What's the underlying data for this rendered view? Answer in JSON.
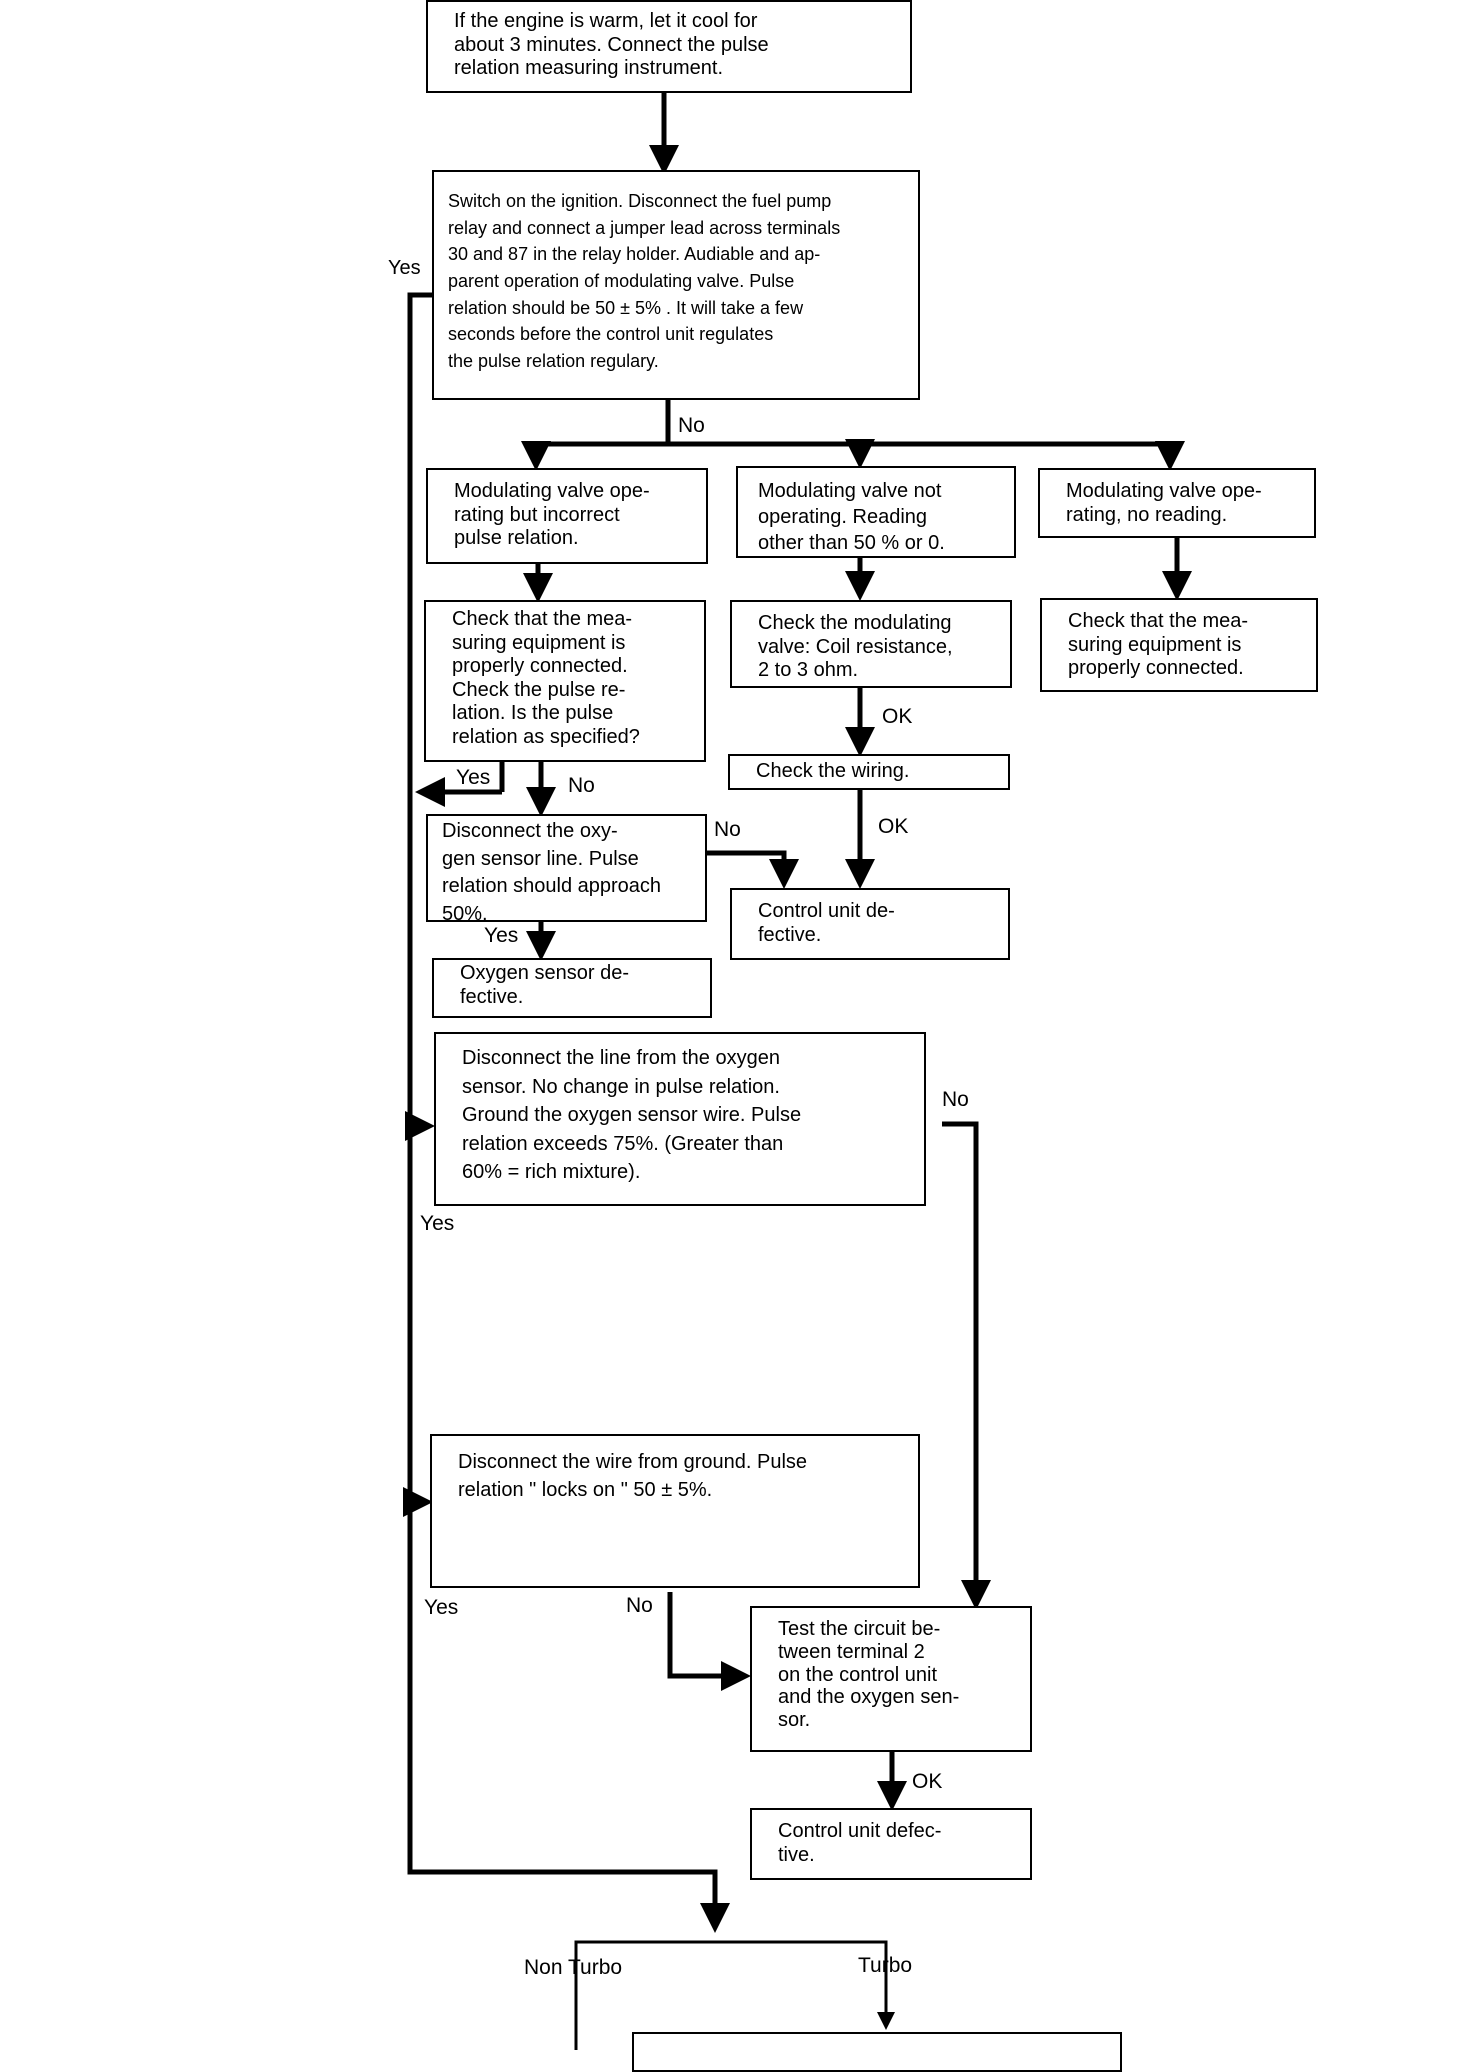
{
  "diagram": {
    "nodes": {
      "start": "If the engine is warm, let it cool for\nabout 3 minutes. Connect the pulse\nrelation measuring instrument.",
      "ignition": "Switch on the ignition.  Disconnect the fuel pump\nrelay and connect a jumper lead across terminals\n30 and 87 in the relay holder.  Audiable and ap-\nparent operation of modulating valve.  Pulse\nrelation  should be 50 ± 5% .  It will take a few\nseconds before the control unit regulates\nthe pulse relation regulary.",
      "incorrect_pulse": "Modulating valve ope-\nrating but incorrect\npulse relation.",
      "not_operating": "Modulating valve not\noperating. Reading\nother than 50 % or 0.",
      "no_reading": "Modulating valve ope-\nrating, no reading.",
      "check_equipment_pulse": "Check that the mea-\nsuring equipment is\nproperly connected.\nCheck the pulse re-\nlation. Is the pulse\nrelation as specified?",
      "check_valve": "Check the modulating\nvalve: Coil resistance,\n2 to 3 ohm.",
      "check_equipment": "Check that the mea-\nsuring equipment is\nproperly connected.",
      "check_wiring": "Check the wiring.",
      "disconnect_oxygen": "Disconnect the oxy-\ngen sensor line. Pulse\nrelation should  approach\n50%.",
      "control_defective_1": "Control unit de-\nfective.",
      "oxygen_defective": "Oxygen sensor de-\nfective.",
      "disconnect_line": "Disconnect the line from the oxygen\nsensor. No change in pulse relation.\nGround the oxygen sensor wire. Pulse\nrelation exceeds 75%. (Greater than\n60% = rich mixture).",
      "disconnect_ground": "Disconnect the wire from ground. Pulse\nrelation \" locks on \"  50 ± 5%.",
      "test_circuit": "Test the circuit be-\ntween terminal 2\non the control unit\nand the oxygen sen-\nsor.",
      "control_defective_2": "Control unit defec-\ntive.",
      "bottom_partial": ""
    },
    "labels": {
      "yes_ignition": "Yes",
      "no_ignition": "No",
      "yes_check": "Yes",
      "no_check": "No",
      "no_disconnect": "No",
      "yes_disconnect": "Yes",
      "ok_valve": "OK",
      "ok_wiring": "OK",
      "no_line": "No",
      "yes_line": "Yes",
      "yes_ground": "Yes",
      "no_ground": "No",
      "ok_circuit": "OK",
      "non_turbo": "Non Turbo",
      "turbo": "Turbo"
    }
  }
}
